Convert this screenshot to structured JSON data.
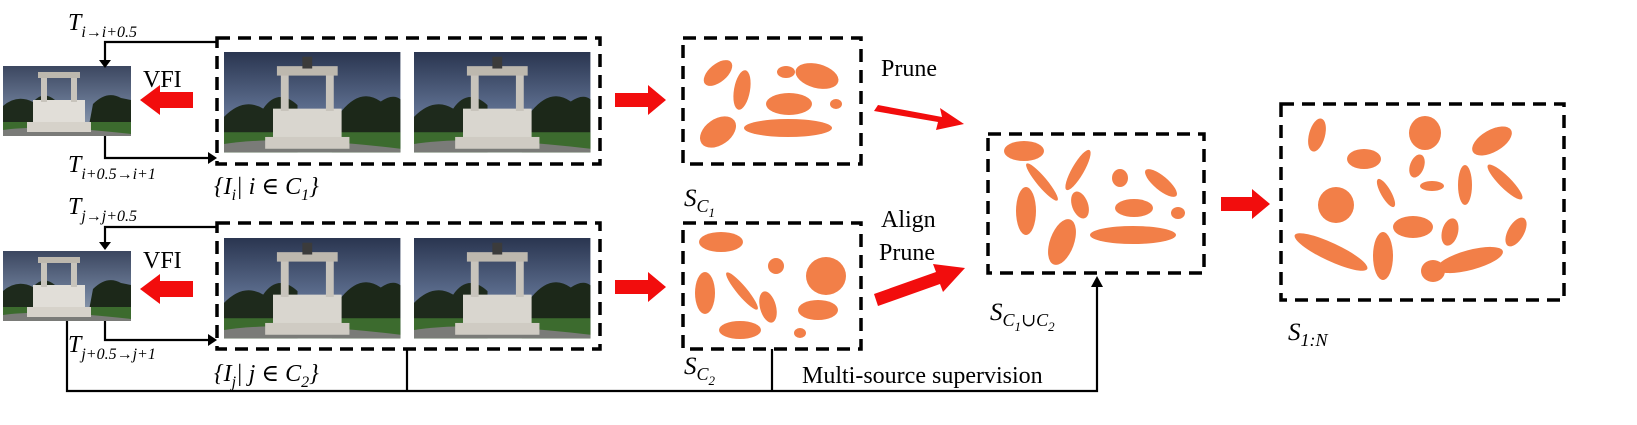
{
  "labels": {
    "vfi_top": "VFI",
    "vfi_bottom": "VFI",
    "prune": "Prune",
    "align": "Align",
    "prune2": "Prune",
    "multi_source": "Multi-source supervision"
  },
  "math": {
    "t_i_base": "T",
    "t_i_sub": "i→i+0.5",
    "t_i2_base": "T",
    "t_i2_sub": "i+0.5→i+1",
    "t_j_base": "T",
    "t_j_sub": "j→j+0.5",
    "t_j2_base": "T",
    "t_j2_sub": "j+0.5→j+1",
    "set_i": "{I",
    "set_i_sub": "i",
    "set_i_rest": "| i ∈ C",
    "set_i_sub2": "1",
    "set_i_close": "}",
    "set_j": "{I",
    "set_j_sub": "j",
    "set_j_rest": "| j ∈ C",
    "set_j_sub2": "2",
    "set_j_close": "}",
    "s_c1_base": "S",
    "s_c1_sub": "C",
    "s_c1_subsub": "1",
    "s_c2_base": "S",
    "s_c2_sub": "C",
    "s_c2_subsub": "2",
    "s_union_base": "S",
    "s_union_sub": "C",
    "s_union_subsub1": "1",
    "s_union_mid": "∪C",
    "s_union_subsub2": "2",
    "s_final_base": "S",
    "s_final_sub": "1:N"
  },
  "colors": {
    "gaussian": "#f27f48",
    "arrow": "#f20d0d"
  }
}
